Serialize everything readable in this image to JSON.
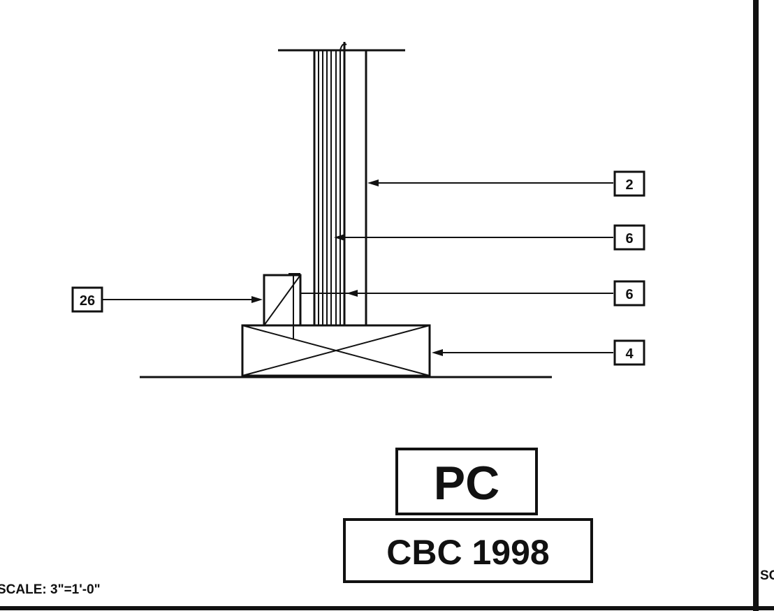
{
  "callouts": [
    {
      "tag": "2"
    },
    {
      "tag": "6"
    },
    {
      "tag": "6"
    },
    {
      "tag": "4"
    },
    {
      "tag": "26"
    }
  ],
  "stamp": {
    "code": "PC",
    "standard": "CBC 1998"
  },
  "scale_note": "SCALE:  3\"=1'-0\"",
  "scale_note_cut": "SC",
  "colors": {
    "ink": "#111111",
    "paper": "#ffffff"
  }
}
